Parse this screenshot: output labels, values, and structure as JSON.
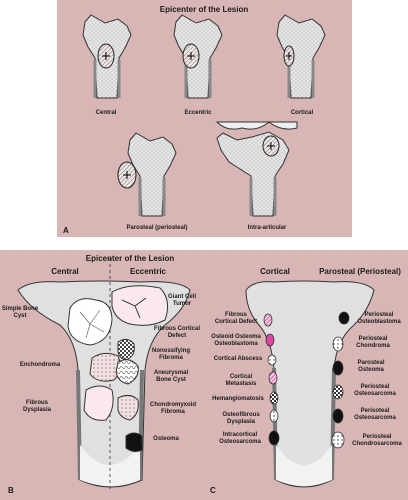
{
  "panel_a": {
    "title": "Epicenter of the Lesion",
    "letter": "A",
    "labels": [
      "Central",
      "Eccentric",
      "Cortical",
      "Parosteal (periosteal)",
      "Intra-articular"
    ]
  },
  "panel_b": {
    "title": "Epicenter of the Lesion",
    "letter": "B",
    "central": "Central",
    "eccentric": "Eccentric",
    "labels": {
      "simple_bone_cyst": "Simple Bone\nCyst",
      "enchondroma": "Enchondroma",
      "fibrous_dysplasia": "Fibrous\nDysplasia",
      "giant_cell_tumor": "Giant Cell\nTumor",
      "fibrous_cortical_defect": "Fibrous Cortical\nDefect",
      "nonossifying_fibroma": "Nonossifying\nFibroma",
      "aneurysmal_bone_cyst": "Aneurysmal\nBone Cyst",
      "chondromyxoid_fibroma": "Chondromyxoid\nFibroma",
      "osteoma": "Osteoma"
    }
  },
  "panel_c": {
    "letter": "C",
    "cortical": "Cortical",
    "parosteal": "Parosteal (Periosteal)",
    "left_labels": {
      "fibrous_cortical_defect": "Fibrous\nCortical Defect",
      "osteoid_osteoma": "Osteoid Osteoma\nOsteoblastoma",
      "cortical_abscess": "Cortical Abscess",
      "cortical_metastasis": "Cortical\nMetastasis",
      "hemangiomatosis": "Hemangiomatosis",
      "osteofibrous_dysplasia": "Osteofibrous\nDysplasia",
      "intracortical_osteosarcoma": "Intracortical\nOsteosarcoma"
    },
    "right_labels": {
      "periosteal_osteoblastoma": "Periosteal\nOsteoblastoma",
      "periosteal_chondroma": "Periosteal\nChondroma",
      "parosteal_osteoma": "Parosteal\nOsteoma",
      "periosteal_osteosarcoma": "Periosteal\nOsteosarcoma",
      "perisoteal_osteosarcoma_2": "Perisoteal\nOsteosarcoma",
      "periosteal_chondrosarcoma": "Periosteal\nChondrosarcoma"
    }
  }
}
